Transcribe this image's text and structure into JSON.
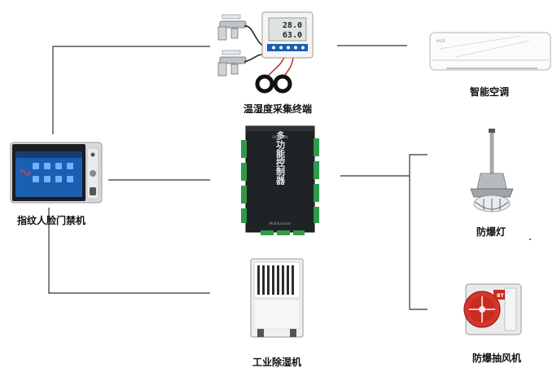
{
  "devices": {
    "sensor": {
      "label": "温湿度采集终端",
      "screen_top": "28.0",
      "screen_bottom": "63.0"
    },
    "controller": {
      "label": "多功能控制器",
      "silk_top": "RAINBOW",
      "silk_bottom": "Multifunction"
    },
    "access": {
      "label": "指纹人脸门禁机"
    },
    "dehumidifier": {
      "label": "工业除湿机"
    },
    "aircon": {
      "label": "智能空调"
    },
    "lamp": {
      "label": "防爆灯"
    },
    "fan": {
      "label": "防爆抽风机"
    }
  },
  "colors": {
    "line": "#333333",
    "panel_dark": "#1f2326",
    "fan_red": "#d8352a",
    "screen_blue": "#1a5fb0"
  }
}
